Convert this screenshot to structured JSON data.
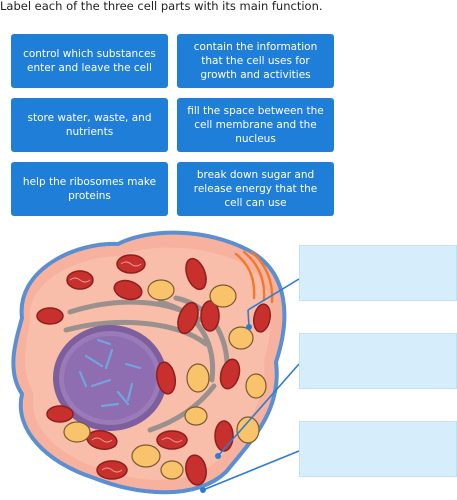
{
  "question": {
    "instruction": "Label each of the three cell parts with its main function."
  },
  "answer_choices": [
    "control which substances enter and leave the cell",
    "contain the information that the cell uses for growth and activities",
    "store water, waste, and nutrients",
    "fill the space between the cell membrane and the nucleus",
    "help the ribosomes make proteins",
    "break down sugar and release energy that the cell can use"
  ],
  "drop_targets": [
    {
      "value": ""
    },
    {
      "value": ""
    },
    {
      "value": ""
    }
  ],
  "colors": {
    "tile": "#1f7fd8",
    "drop_box": "#d6eefb",
    "cytoplasm": "#f7b29f",
    "membrane": "#5b8fd1",
    "nucleus": "#7d5f9e",
    "mitochondria": "#c8302e",
    "vacuole": "#f8c36b",
    "leader_line": "#2f7ccf"
  }
}
